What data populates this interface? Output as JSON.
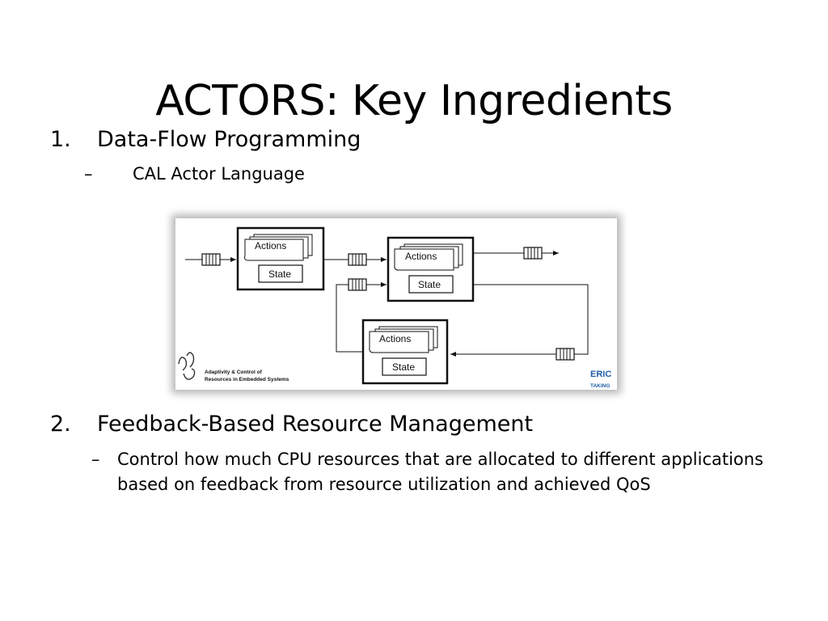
{
  "slide": {
    "title": "ACTORS: Key Ingredients",
    "items": [
      {
        "number": "1.",
        "label": "Data-Flow Programming",
        "subitems": [
          {
            "bullet": "–",
            "text": "CAL Actor Language"
          }
        ]
      },
      {
        "number": "2.",
        "label": "Feedback-Based Resource Management",
        "subitems": [
          {
            "bullet": "–",
            "text": "Control how much CPU resources that are allocated to different applications based on feedback from resource utilization and achieved QoS"
          }
        ]
      }
    ]
  },
  "figure": {
    "actors": [
      {
        "actions_label": "Actions",
        "state_label": "State"
      },
      {
        "actions_label": "Actions",
        "state_label": "State"
      },
      {
        "actions_label": "Actions",
        "state_label": "State"
      }
    ],
    "logo": {
      "line1": "Adaptivity & Control of",
      "line2": "Resources in Embedded  Systems"
    },
    "brand": {
      "name": "ERIC",
      "tagline": "TAKING"
    },
    "colors": {
      "brand": "#1f5fa8",
      "ink": "#111111"
    }
  }
}
